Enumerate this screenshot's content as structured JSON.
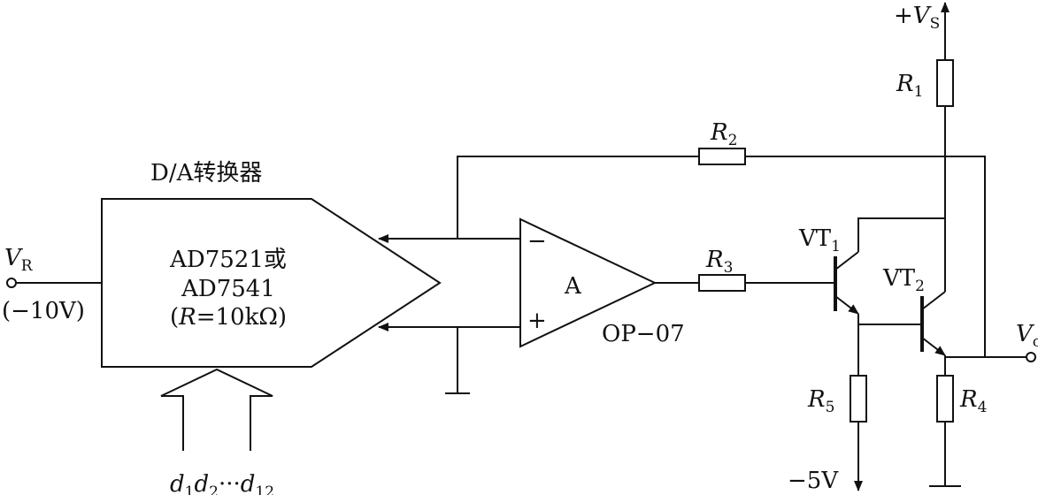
{
  "dac": {
    "title": "D/A转换器",
    "line1": "AD7521或",
    "line2": "AD7541",
    "line3_open": "(",
    "line3_R": "R",
    "line3_rest": "=10kΩ)"
  },
  "vref": {
    "sym": "V",
    "sub": "R",
    "value": "(−10V)"
  },
  "digital_input": {
    "d": "d",
    "s1": "1",
    "s2": "2",
    "dots": "···",
    "s12": "12"
  },
  "opamp": {
    "name": "A",
    "model": "OP−07",
    "minus": "−",
    "plus": "+"
  },
  "resistors": {
    "R1": {
      "sym": "R",
      "sub": "1"
    },
    "R2": {
      "sym": "R",
      "sub": "2"
    },
    "R3": {
      "sym": "R",
      "sub": "3"
    },
    "R4": {
      "sym": "R",
      "sub": "4"
    },
    "R5": {
      "sym": "R",
      "sub": "5"
    }
  },
  "transistors": {
    "VT1": {
      "sym": "VT",
      "sub": "1"
    },
    "VT2": {
      "sym": "VT",
      "sub": "2"
    }
  },
  "supplies": {
    "vs_plus": "+",
    "vs_sym": "V",
    "vs_sub": "S",
    "neg": "−5V"
  },
  "output": {
    "sym": "V",
    "sub": "o"
  }
}
